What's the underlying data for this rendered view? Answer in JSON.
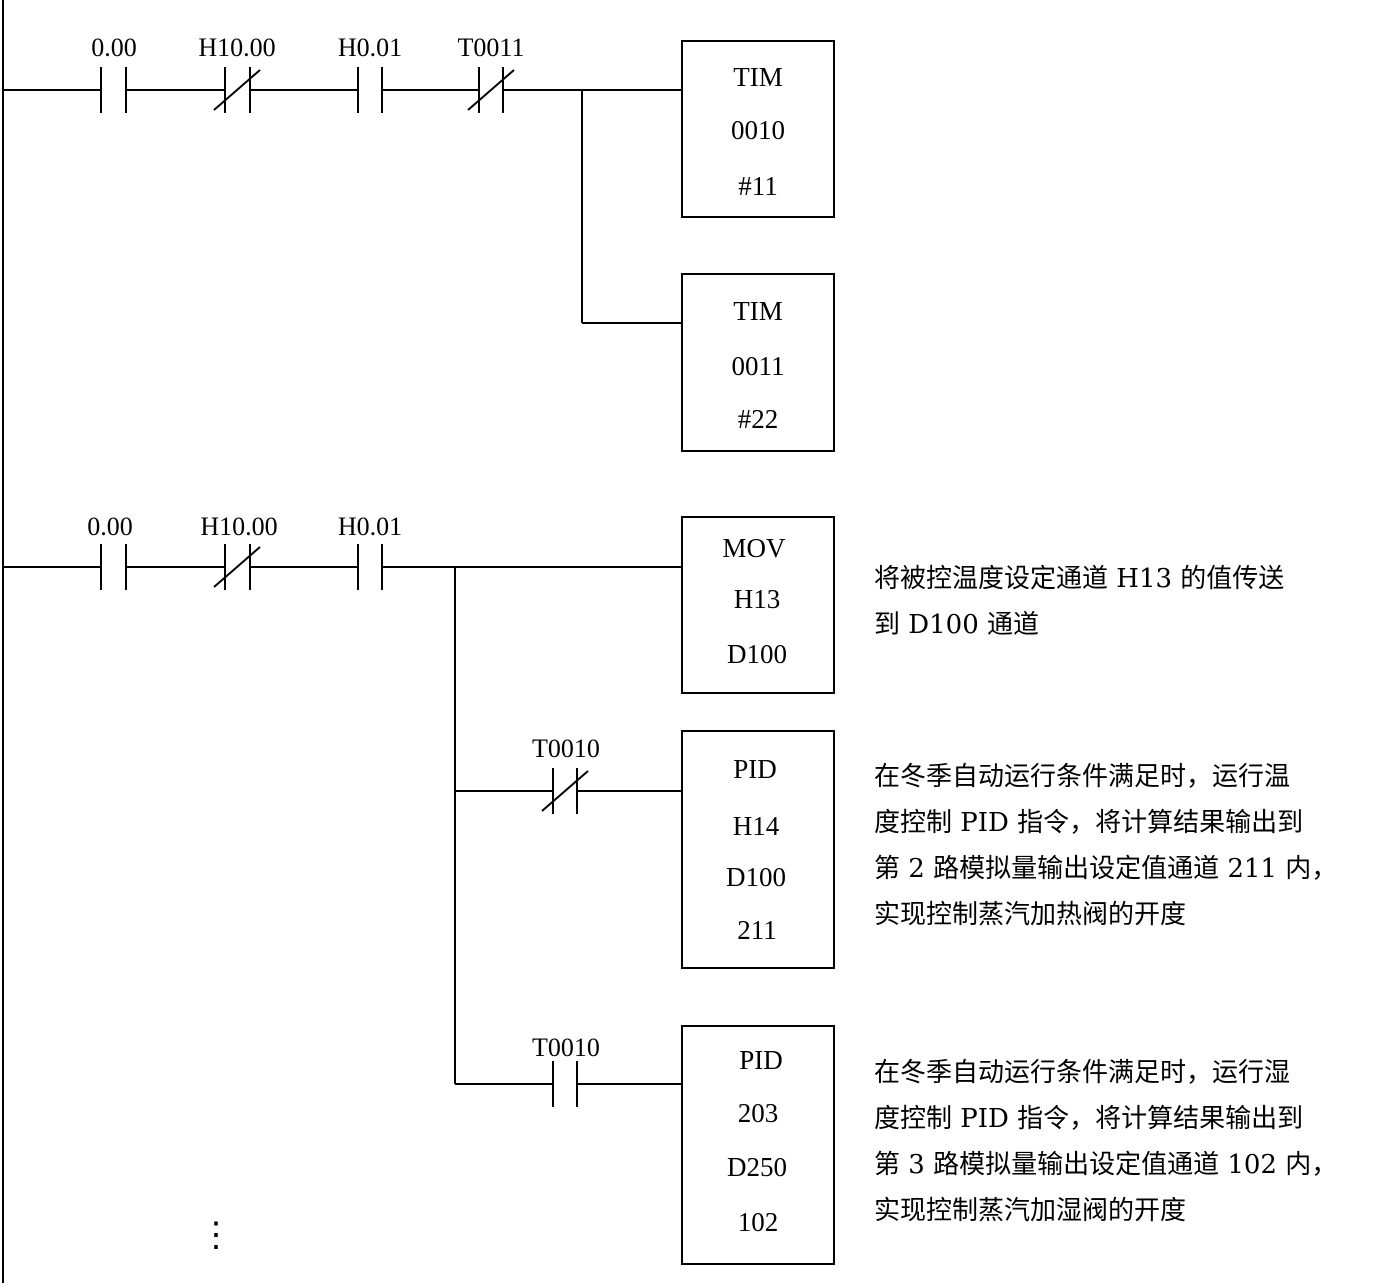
{
  "rung1": {
    "contacts": [
      {
        "label": "0.00",
        "type": "NO"
      },
      {
        "label": "H10.00",
        "type": "NC"
      },
      {
        "label": "H0.01",
        "type": "NO"
      },
      {
        "label": "T0011",
        "type": "NC"
      }
    ],
    "boxes": [
      {
        "lines": [
          "TIM",
          "0010",
          "#11"
        ]
      },
      {
        "lines": [
          "TIM",
          "0011",
          "#22"
        ]
      }
    ]
  },
  "rung2": {
    "contacts": [
      {
        "label": "0.00",
        "type": "NO"
      },
      {
        "label": "H10.00",
        "type": "NC"
      },
      {
        "label": "H0.01",
        "type": "NO"
      }
    ],
    "boxes": [
      {
        "lines": [
          "MOV",
          "H13",
          "D100"
        ]
      },
      {
        "lines": [
          "PID",
          "H14",
          "D100",
          "211"
        ]
      },
      {
        "lines": [
          "PID",
          "203",
          "D250",
          "102"
        ]
      }
    ],
    "branch_contacts": [
      {
        "label": "T0010",
        "type": "NC"
      },
      {
        "label": "T0010",
        "type": "NO"
      }
    ]
  },
  "notes": [
    {
      "lines": [
        "将被控温度设定通道 H13 的值传送",
        "到 D100 通道"
      ]
    },
    {
      "lines": [
        "在冬季自动运行条件满足时，运行温",
        "度控制 PID 指令，将计算结果输出到",
        "第 2 路模拟量输出设定值通道 211 内，",
        "实现控制蒸汽加热阀的开度"
      ]
    },
    {
      "lines": [
        "在冬季自动运行条件满足时，运行湿",
        "度控制 PID 指令，将计算结果输出到",
        "第 3 路模拟量输出设定值通道 102 内，",
        "实现控制蒸汽加湿阀的开度"
      ]
    }
  ],
  "continuation": "⋮"
}
